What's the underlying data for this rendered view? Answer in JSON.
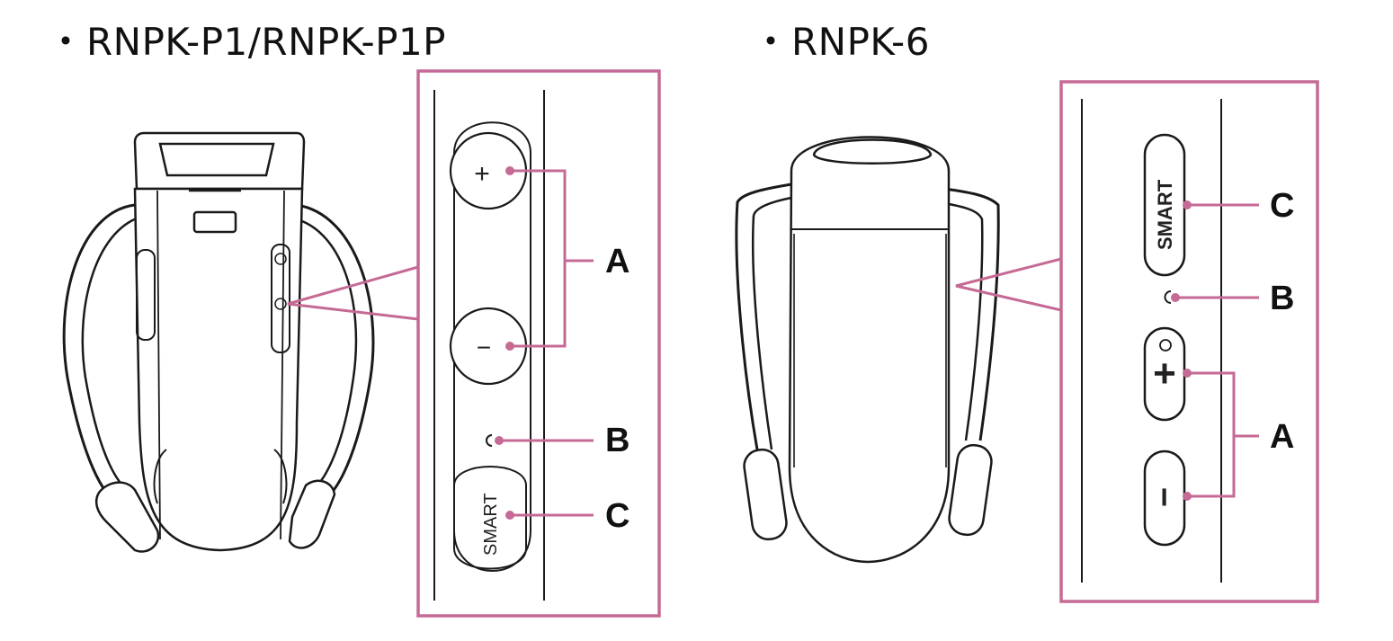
{
  "headings": {
    "left": {
      "bullet": "・",
      "text": "RNPK-P1/RNPK-P1P"
    },
    "right": {
      "bullet": "・",
      "text": "RNPK-6"
    }
  },
  "left_detail": {
    "plus_symbol": "+",
    "minus_symbol": "−",
    "smart_label": "SMART",
    "callouts": {
      "a": "A",
      "b": "B",
      "c": "C"
    }
  },
  "right_detail": {
    "smart_label": "SMART",
    "plus_symbol": "+",
    "minus_symbol": "−",
    "callouts": {
      "a": "A",
      "b": "B",
      "c": "C"
    }
  },
  "colors": {
    "callout_frame": "#c56a95",
    "line_art": "#1a1a1a"
  }
}
